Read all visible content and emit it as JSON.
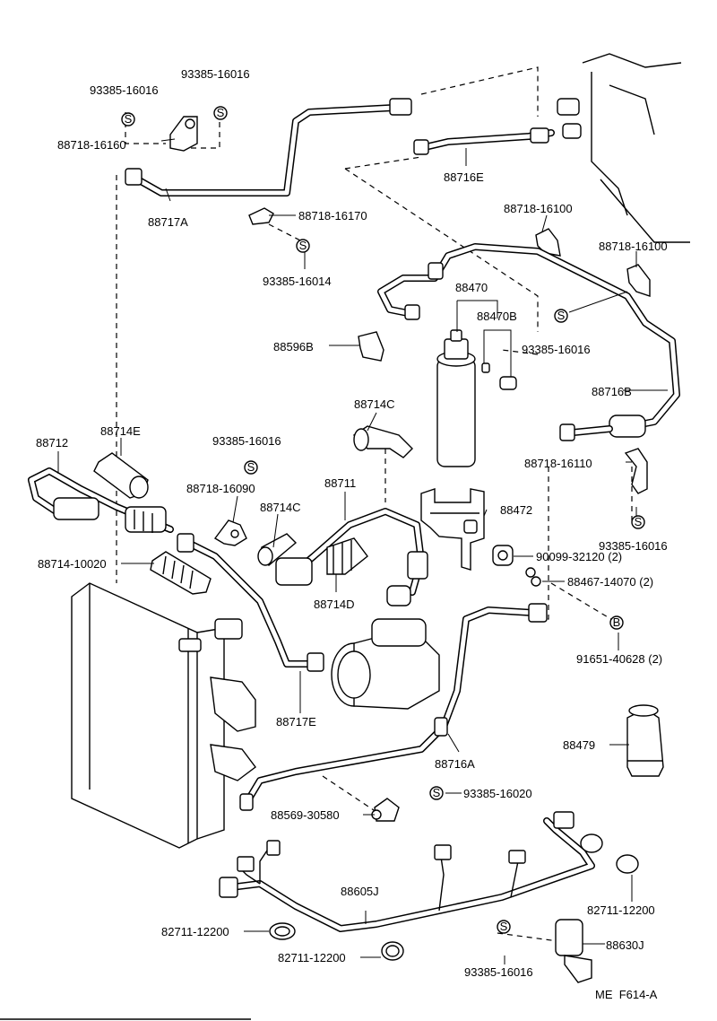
{
  "labels": {
    "p_93385_16016_a": "93385-16016",
    "p_93385_16016_b": "93385-16016",
    "p_88718_16160": "88718-16160",
    "p_88717a": "88717A",
    "p_88716e": "88716E",
    "p_88718_16170": "88718-16170",
    "p_93385_16014": "93385-16014",
    "p_88718_16100_a": "88718-16100",
    "p_88718_16100_b": "88718-16100",
    "p_88470": "88470",
    "p_88470b": "88470B",
    "p_88596b": "88596B",
    "p_93385_16016_c": "93385-16016",
    "p_88716b": "88716B",
    "p_88714c_a": "88714C",
    "p_88712": "88712",
    "p_88714e": "88714E",
    "p_93385_16016_d": "93385-16016",
    "p_88718_16110": "88718-16110",
    "p_88711": "88711",
    "p_88718_16090": "88718-16090",
    "p_88714c_b": "88714C",
    "p_88472": "88472",
    "p_93385_16016_e": "93385-16016",
    "p_90099_32120": "90099-32120 (2)",
    "p_88714_10020": "88714-10020",
    "p_88467_14070": "88467-14070 (2)",
    "p_88714d": "88714D",
    "p_91651_40628": "91651-40628 (2)",
    "p_88717e": "88717E",
    "p_88479": "88479",
    "p_88716a": "88716A",
    "p_93385_16020": "93385-16020",
    "p_88569_30580": "88569-30580",
    "p_88605j": "88605J",
    "p_82711_12200_a": "82711-12200",
    "p_82711_12200_b": "82711-12200",
    "p_82711_12200_c": "82711-12200",
    "p_88630j": "88630J",
    "p_93385_16016_f": "93385-16016",
    "footer": "ME  F614-A"
  },
  "symbols": {
    "s": "S",
    "b": "B"
  }
}
